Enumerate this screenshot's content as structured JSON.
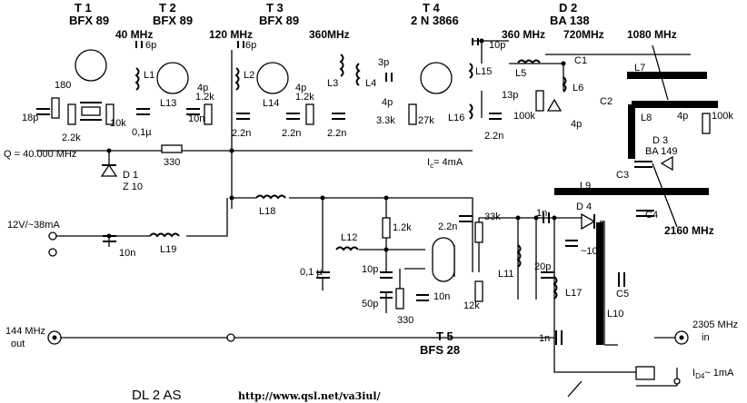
{
  "transistors": {
    "t1": {
      "ref": "T 1",
      "type": "BFX 89"
    },
    "t2": {
      "ref": "T 2",
      "type": "BFX 89"
    },
    "t3": {
      "ref": "T 3",
      "type": "BFX 89"
    },
    "t4": {
      "ref": "T 4",
      "type": "2 N 3866"
    },
    "t5": {
      "ref": "T 5",
      "type": "BFS 28"
    }
  },
  "diodes": {
    "d1": {
      "ref": "D 1",
      "type": "Z 10"
    },
    "d2": {
      "ref": "D 2",
      "type": "BA 138"
    },
    "d3": {
      "ref": "D 3",
      "type": "BA 149"
    },
    "d4": {
      "ref": "D 4"
    }
  },
  "frequencies": {
    "f40": "40 MHz",
    "f120": "120 MHz",
    "f360a": "360MHz",
    "f360b": "360 MHz",
    "f720": "720MHz",
    "f1080": "1080 MHz",
    "f2160": "2160 MHz"
  },
  "caps": {
    "c6p_a": "6p",
    "c6p_b": "6p",
    "c18p": "18p",
    "c01u": "0,1µ",
    "c4p_a": "4p",
    "c4p_b": "4p",
    "c3p": "3p",
    "c4p_c": "4p",
    "c10p_a": "10p",
    "c13p": "13p",
    "c4p_d": "4p",
    "c4p_e": "4p",
    "c2_2n_a": "2.2n",
    "c2_2n_b": "2.2n",
    "c2_2n_c": "2.2n",
    "c2_2n_d": "2.2n",
    "c10n_a": "10n",
    "c10n_b": "10n",
    "c01u_b": "0,1 µ",
    "c10p_b": "10p",
    "c50p": "50p",
    "c10n_c": "10n",
    "c1n_a": "1n",
    "c10p_c": "~10p",
    "c20p": "20p",
    "c1n_b": "1n",
    "C1": "C1",
    "C2": "C2",
    "C3": "C3",
    "C4": "C4",
    "C5": "C5"
  },
  "resistors": {
    "r180": "180",
    "r2_2k": "2.2k",
    "r10k": "10k",
    "r1_2k_a": "1.2k",
    "r1_2k_b": "1.2k",
    "r3_3k": "3.3k",
    "r27k": "27k",
    "r100k_a": "100k",
    "r100k_b": "100k",
    "r330_a": "330",
    "r1_2k_c": "1.2k",
    "r33k": "33k",
    "r12k": "12k",
    "r330_b": "330"
  },
  "inductors": {
    "L1": "L1",
    "L2": "L2",
    "L3": "L3",
    "L4": "L4",
    "L5": "L5",
    "L6": "L6",
    "L7": "L7",
    "L8": "L8",
    "L9": "L9",
    "L10": "L10",
    "L11": "L11",
    "L12": "L12",
    "L13": "L13",
    "L14": "L14",
    "L15": "L15",
    "L16": "L16",
    "L17": "L17",
    "L18": "L18",
    "L19": "L19"
  },
  "labels": {
    "crystal": "Q = 40.000 MHz",
    "supply": "12V/~38mA",
    "ic": "I",
    "ic_sub": "c",
    "ic_val": "= 4mA",
    "id": "I",
    "id_sub": "D4",
    "id_val": "~ 1mA",
    "in_freq": "2305 MHz",
    "in": "in",
    "out_freq": "144 MHz",
    "out": "out",
    "author": "DL 2 AS",
    "url": "http://www.qsl.net/va3iul/"
  }
}
